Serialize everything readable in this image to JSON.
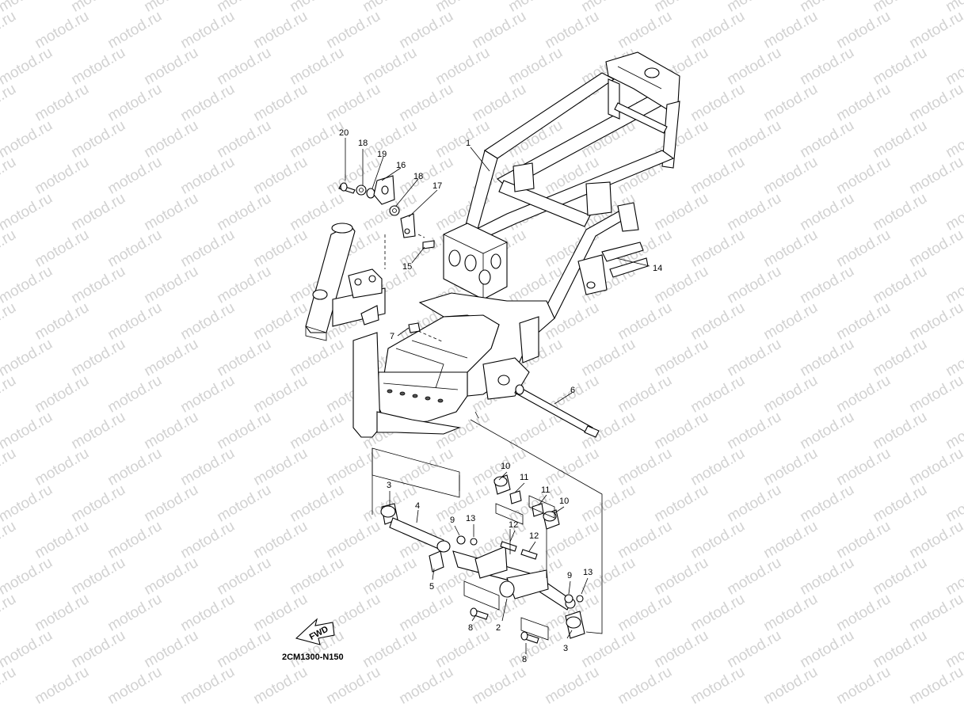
{
  "watermark": {
    "text": "motod.ru",
    "color": "#d2d2d2"
  },
  "diagram": {
    "code": "2CM1300-N150",
    "fwd_label": "FWD",
    "parts": [
      {
        "id": "p1",
        "num": "1"
      },
      {
        "id": "p2",
        "num": "2"
      },
      {
        "id": "p3a",
        "num": "3"
      },
      {
        "id": "p3b",
        "num": "3"
      },
      {
        "id": "p4",
        "num": "4"
      },
      {
        "id": "p5",
        "num": "5"
      },
      {
        "id": "p6",
        "num": "6"
      },
      {
        "id": "p7",
        "num": "7"
      },
      {
        "id": "p8a",
        "num": "8"
      },
      {
        "id": "p8b",
        "num": "8"
      },
      {
        "id": "p9a",
        "num": "9"
      },
      {
        "id": "p9b",
        "num": "9"
      },
      {
        "id": "p10a",
        "num": "10"
      },
      {
        "id": "p10b",
        "num": "10"
      },
      {
        "id": "p11a",
        "num": "11"
      },
      {
        "id": "p11b",
        "num": "11"
      },
      {
        "id": "p12a",
        "num": "12"
      },
      {
        "id": "p12b",
        "num": "12"
      },
      {
        "id": "p13a",
        "num": "13"
      },
      {
        "id": "p13b",
        "num": "13"
      },
      {
        "id": "p14",
        "num": "14"
      },
      {
        "id": "p15",
        "num": "15"
      },
      {
        "id": "p16",
        "num": "16"
      },
      {
        "id": "p17",
        "num": "17"
      },
      {
        "id": "p18a",
        "num": "18"
      },
      {
        "id": "p18b",
        "num": "18"
      },
      {
        "id": "p19",
        "num": "19"
      },
      {
        "id": "p20",
        "num": "20"
      }
    ]
  }
}
